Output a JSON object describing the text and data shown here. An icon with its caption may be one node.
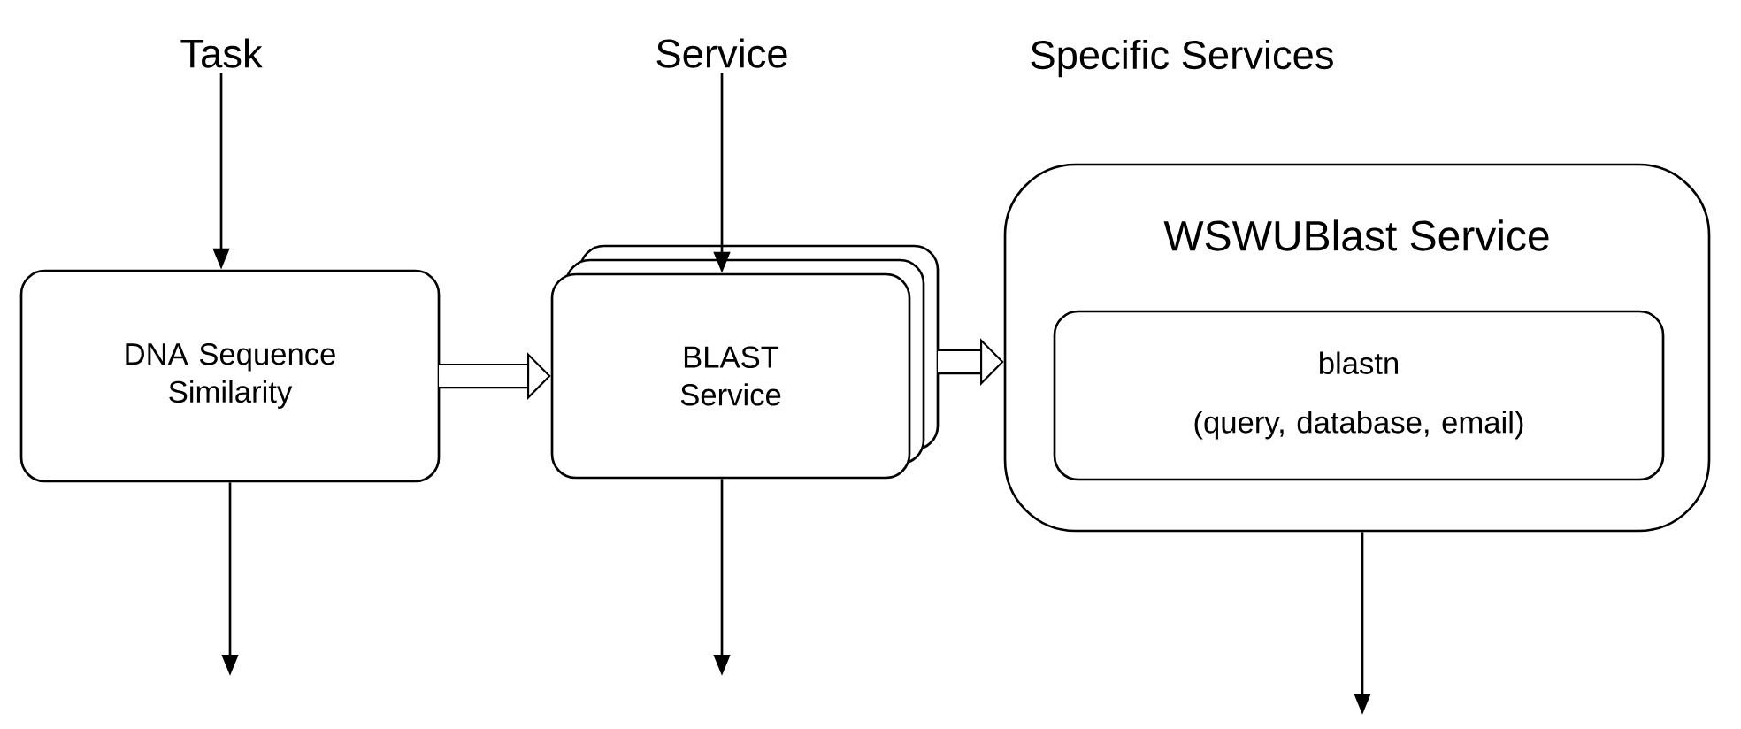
{
  "diagram": {
    "nodes": [
      {
        "text": [
          "Task"
        ]
      },
      {
        "text": [
          "Service"
        ]
      },
      {
        "text": [
          "DNA Sequence Similarity"
        ]
      },
      {
        "text": [
          "BLAST Service"
        ]
      },
      {
        "text": [
          "WSWUBlast Service"
        ]
      },
      {
        "text": [
          "blastn",
          "(query, database, email)"
        ],
        "in": 4
      }
    ],
    "edges": [
      {
        "from": 0,
        "to": 2,
        "arrow": "to"
      },
      {
        "from": 1,
        "to": 3,
        "arrow": "to"
      },
      {
        "from": 2,
        "to": 3,
        "arrow": "to",
        "style": "thick"
      },
      {
        "from": 3,
        "to": 4,
        "arrow": "to",
        "style": "thick"
      },
      {
        "from": 2,
        "to": null,
        "arrow": "to"
      },
      {
        "from": 3,
        "to": null,
        "arrow": "to"
      },
      {
        "from": 4,
        "to": null,
        "arrow": "to"
      }
    ],
    "labels": [
      "Specific Services"
    ]
  }
}
